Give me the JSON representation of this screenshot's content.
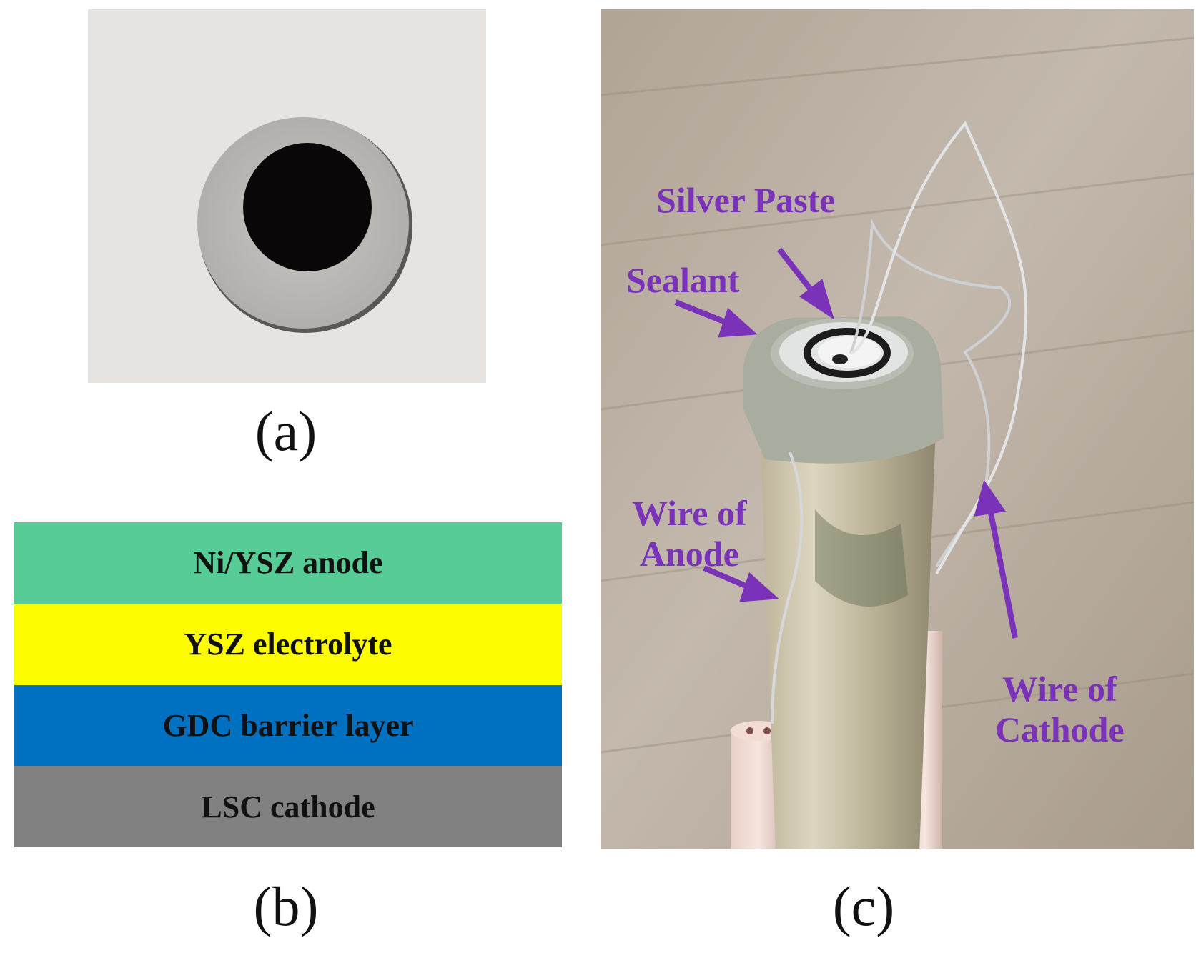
{
  "panels": {
    "a": {
      "label": "(a)"
    },
    "b": {
      "label": "(b)",
      "layers": [
        {
          "name": "Ni/YSZ anode",
          "color": "#57cc97"
        },
        {
          "name": "YSZ electrolyte",
          "color": "#fdfd00"
        },
        {
          "name": "GDC barrier layer",
          "color": "#0071c1"
        },
        {
          "name": "LSC cathode",
          "color": "#818181"
        }
      ]
    },
    "c": {
      "label": "(c)",
      "annotations": {
        "silver_paste": "Silver Paste",
        "sealant": "Sealant",
        "wire_anode_line1": "Wire of",
        "wire_anode_line2": "Anode",
        "wire_cathode_line1": "Wire of",
        "wire_cathode_line2": "Cathode"
      },
      "annotation_color": "#7a32b8"
    }
  }
}
